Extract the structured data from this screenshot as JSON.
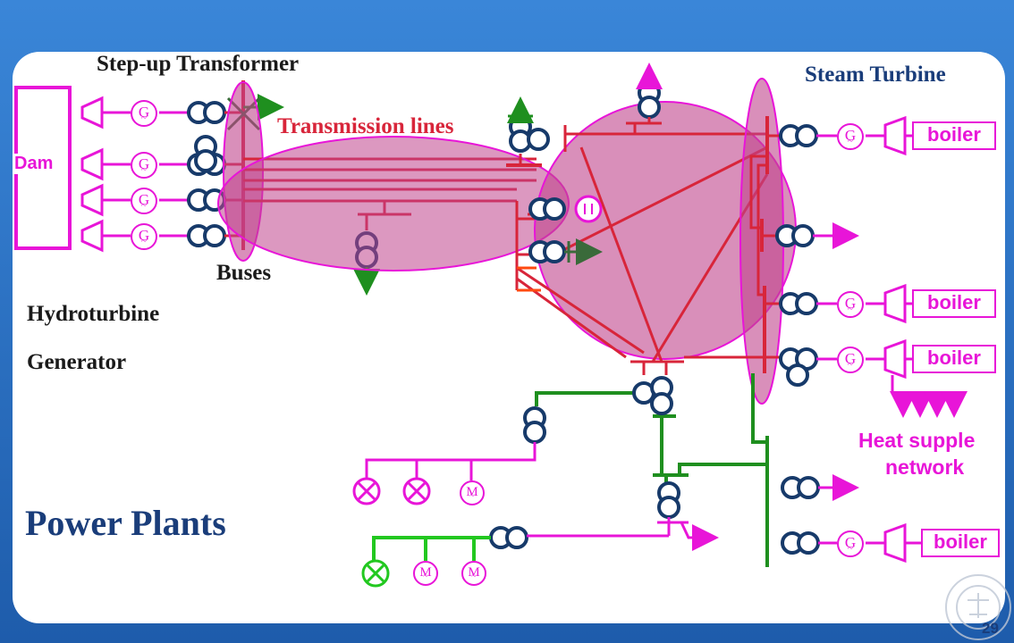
{
  "labels": {
    "step_up_transformer": "Step-up Transformer",
    "transmission_lines": "Transmission lines",
    "steam_turbine": "Steam Turbine",
    "dam": "Dam",
    "buses": "Buses",
    "hydroturbine": "Hydroturbine",
    "generator": "Generator",
    "heat_supply_line1": "Heat supple",
    "heat_supply_line2": "network",
    "title": "Power Plants",
    "page_number": "29"
  },
  "boilers": [
    "boiler",
    "boiler",
    "boiler",
    "boiler"
  ],
  "generator_symbol": "G",
  "motor_symbol": "M",
  "tilde": "~",
  "colors": {
    "magenta": "#e815d8",
    "red": "#d8253a",
    "orange": "#ff4a10",
    "green": "#1f8f1f",
    "bright_green": "#22c820",
    "navy": "#173a6a",
    "ellipse_fill": "#c0448c",
    "title_blue": "#1a3d7a",
    "background_blue": "#2a70c8"
  }
}
